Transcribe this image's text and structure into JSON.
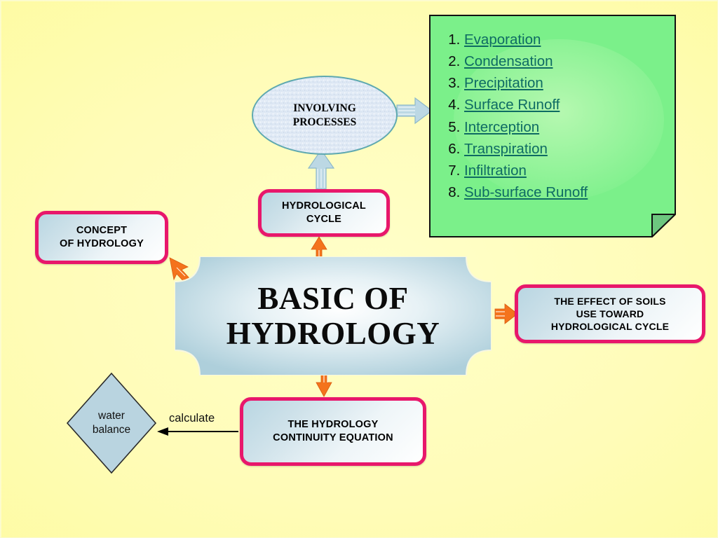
{
  "diagram": {
    "title": "BASIC OF HYDROLOGY",
    "background_color": "#fdfb9f",
    "accent_pink": "#e8176b",
    "accent_orange": "#f4731c",
    "note_green": "#7bf08a",
    "link_teal": "#0e6b63",
    "box_blue": "#b9d6e2"
  },
  "central": {
    "label": "BASIC OF\nHYDROLOGY"
  },
  "nodes": {
    "concept": {
      "label": "CONCEPT\nOF HYDROLOGY"
    },
    "cycle": {
      "label": "HYDROLOGICAL\nCYCLE"
    },
    "soils": {
      "label": "THE EFFECT OF SOILS\nUSE TOWARD\nHYDROLOGICAL CYCLE"
    },
    "equation": {
      "label": "THE HYDROLOGY\nCONTINUITY EQUATION"
    },
    "processes": {
      "label": "INVOLVING\nPROCESSES"
    },
    "water_balance": {
      "label": "water\nbalance"
    }
  },
  "edges": {
    "calculate_label": "calculate"
  },
  "note": {
    "items": [
      "Evaporation",
      "Condensation",
      "Precipitation",
      "Surface Runoff",
      "Interception",
      "Transpiration",
      "Infiltration",
      "Sub-surface Runoff"
    ]
  }
}
